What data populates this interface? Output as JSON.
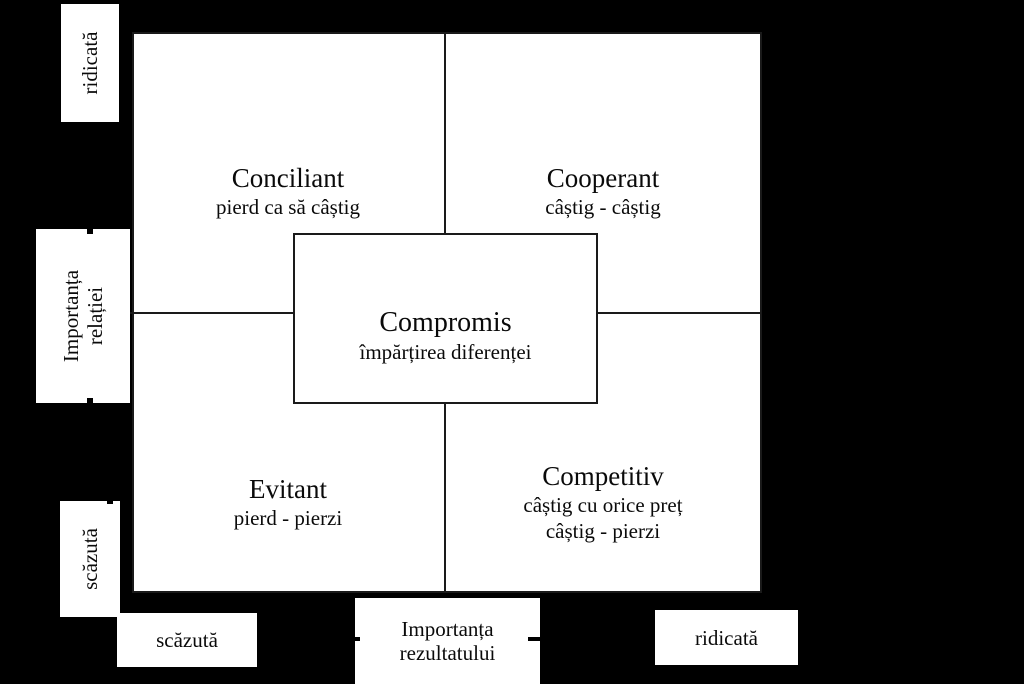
{
  "colors": {
    "background": "#000000",
    "box_fill": "#ffffff",
    "line": "#1a1a1a",
    "text": "#0a0a0a"
  },
  "matrix": {
    "quadrants": {
      "top_left": {
        "title": "Conciliant",
        "subtitle": "pierd ca să câștig"
      },
      "top_right": {
        "title": "Cooperant",
        "subtitle": "câștig - câștig"
      },
      "bottom_left": {
        "title": "Evitant",
        "subtitle": "pierd - pierzi"
      },
      "bottom_right": {
        "title": "Competitiv",
        "subtitle": "câștig cu orice preț",
        "subtitle2": "câștig - pierzi"
      }
    },
    "center": {
      "title": "Compromis",
      "subtitle": "împărțirea diferenței"
    }
  },
  "y_axis": {
    "label": "Importanța\nrelației",
    "high": "ridicată",
    "low": "scăzută"
  },
  "x_axis": {
    "label": "Importanța\nrezultatului",
    "low": "scăzută",
    "high": "ridicată"
  }
}
